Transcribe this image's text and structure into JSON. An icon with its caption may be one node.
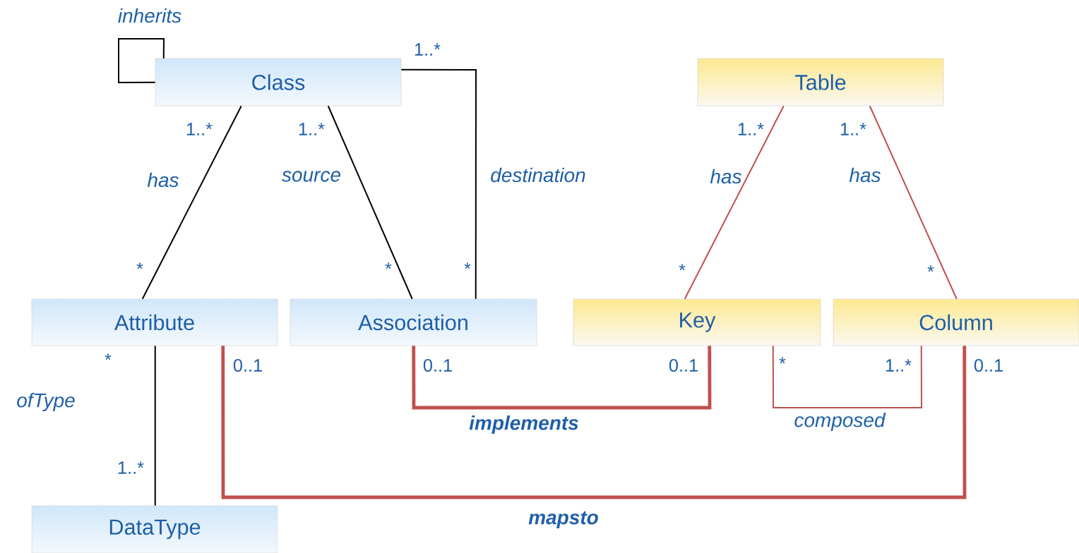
{
  "diagram": {
    "nodes": [
      {
        "text": [
          "Class"
        ]
      },
      {
        "text": [
          "Table"
        ]
      },
      {
        "text": [
          "Attribute"
        ]
      },
      {
        "text": [
          "Association"
        ]
      },
      {
        "text": [
          "Key"
        ]
      },
      {
        "text": [
          "Column"
        ]
      },
      {
        "text": [
          "DataType"
        ]
      }
    ],
    "edges": [
      {
        "from": 0,
        "to": 0,
        "arrow": "none",
        "label": "inherits"
      },
      {
        "from": 0,
        "to": 2,
        "arrow": "none",
        "label": "has"
      },
      {
        "from": 0,
        "to": 3,
        "arrow": "none",
        "label": "source"
      },
      {
        "from": 0,
        "to": 3,
        "arrow": "none",
        "label": "destination"
      },
      {
        "from": 1,
        "to": 4,
        "arrow": "none",
        "label": "has",
        "color": "#c0504d"
      },
      {
        "from": 1,
        "to": 5,
        "arrow": "none",
        "label": "has",
        "color": "#c0504d"
      },
      {
        "from": 2,
        "to": 6,
        "arrow": "none",
        "label": "ofType"
      },
      {
        "from": 3,
        "to": 4,
        "arrow": "none",
        "label": "implements",
        "style": "thick",
        "color": "#c0504d"
      },
      {
        "from": 4,
        "to": 5,
        "arrow": "none",
        "label": "composed",
        "color": "#c0504d"
      },
      {
        "from": 2,
        "to": 5,
        "arrow": "none",
        "label": "mapsto",
        "style": "thick",
        "color": "#c0504d"
      }
    ],
    "labels": [
      "1..*",
      "1..*",
      "1..*",
      "1..*",
      "1..*",
      "*",
      "*",
      "*",
      "*",
      "*",
      "*",
      "0..1",
      "0..1",
      "0..1",
      "*",
      "1..*",
      "0..1",
      "1..*"
    ]
  }
}
